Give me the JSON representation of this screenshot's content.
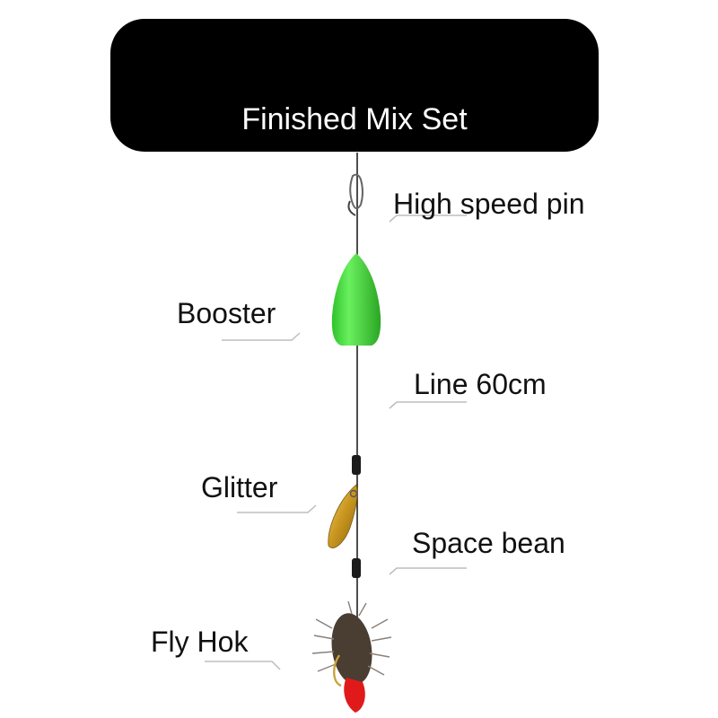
{
  "title": "Finished Mix Set",
  "labels": {
    "high_speed_pin": "High speed pin",
    "booster": "Booster",
    "line": "Line 60cm",
    "glitter": "Glitter",
    "space_bean": "Space bean",
    "fly_hook": "Fly Hok"
  },
  "colors": {
    "background": "#ffffff",
    "title_box": "#000000",
    "title_text": "#ffffff",
    "booster": "#45e63c",
    "glitter": "#d4a627",
    "fly_body": "#3a2e24",
    "fly_tail": "#e01a1a"
  }
}
